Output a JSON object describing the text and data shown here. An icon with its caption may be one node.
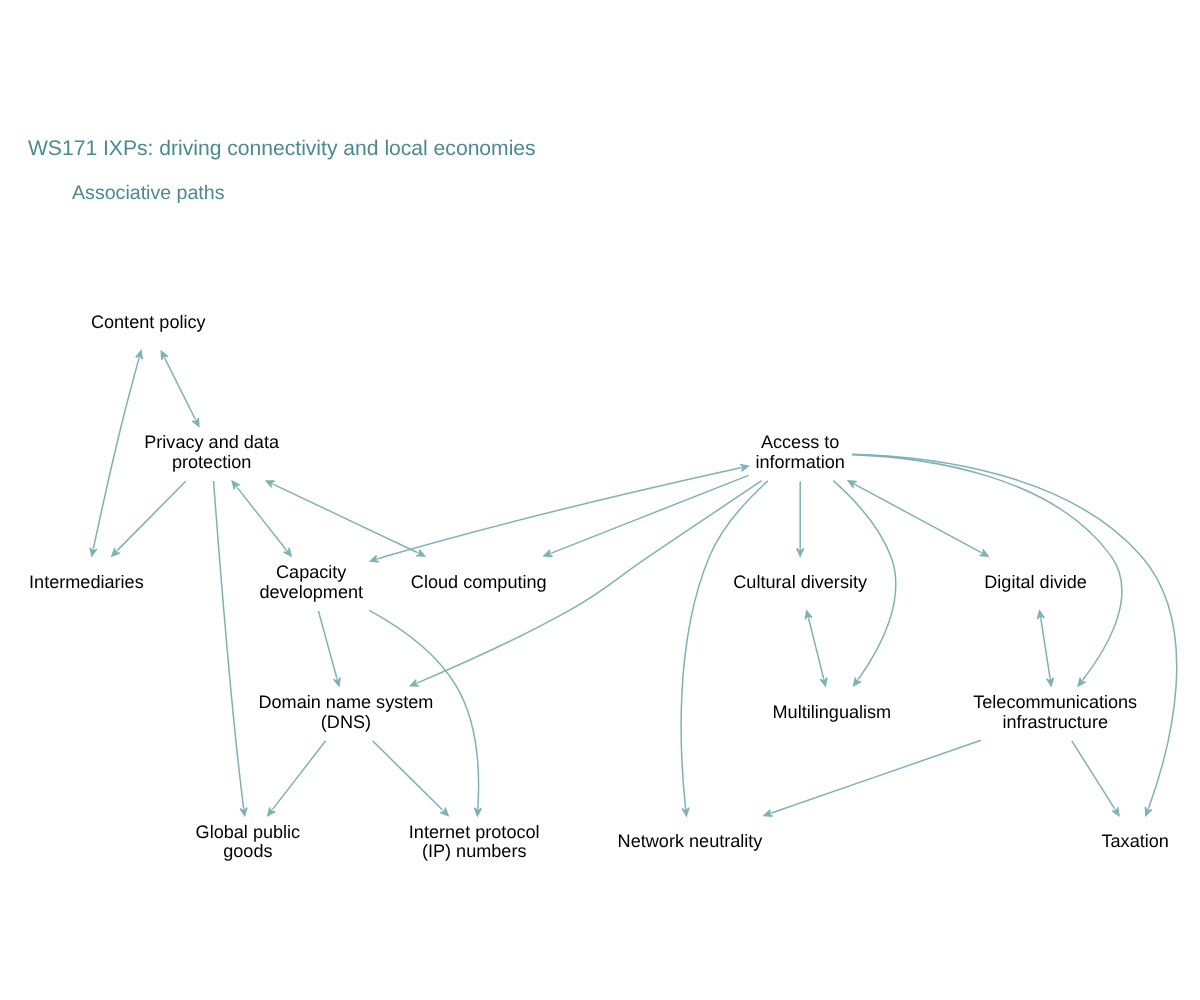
{
  "diagram": {
    "title": "WS171 IXPs: driving connectivity and local economies",
    "nodes": [
      {
        "text": [
          "Content policy"
        ]
      },
      {
        "text": [
          "Privacy and data protection"
        ]
      },
      {
        "text": [
          "Access to information"
        ]
      },
      {
        "text": [
          "Intermediaries"
        ]
      },
      {
        "text": [
          "Capacity development"
        ]
      },
      {
        "text": [
          "Cloud computing"
        ]
      },
      {
        "text": [
          "Digital divide"
        ]
      },
      {
        "text": [
          "Cultural diversity"
        ]
      },
      {
        "text": [
          "Domain name system (DNS)"
        ]
      },
      {
        "text": [
          "Telecommunications infrastructure"
        ]
      },
      {
        "text": [
          "Multilingualism"
        ]
      },
      {
        "text": [
          "Global public goods"
        ]
      },
      {
        "text": [
          "Internet protocol (IP) numbers"
        ]
      },
      {
        "text": [
          "Taxation"
        ]
      },
      {
        "text": [
          "Network neutrality"
        ]
      }
    ],
    "edges": [
      {
        "from": 0,
        "to": 1,
        "arrow": "both"
      },
      {
        "from": 0,
        "to": 3,
        "arrow": "both"
      },
      {
        "from": 1,
        "to": 3,
        "arrow": "to"
      },
      {
        "from": 1,
        "to": 4,
        "arrow": "both"
      },
      {
        "from": 1,
        "to": 5,
        "arrow": "both"
      },
      {
        "from": 1,
        "to": 11,
        "arrow": "to"
      },
      {
        "from": 2,
        "to": 4,
        "arrow": "both"
      },
      {
        "from": 2,
        "to": 5,
        "arrow": "to"
      },
      {
        "from": 2,
        "to": 6,
        "arrow": "both"
      },
      {
        "from": 2,
        "to": 7,
        "arrow": "to"
      },
      {
        "from": 2,
        "to": 8,
        "arrow": "to"
      },
      {
        "from": 2,
        "to": 9,
        "arrow": "to"
      },
      {
        "from": 2,
        "to": 10,
        "arrow": "to"
      },
      {
        "from": 2,
        "to": 13,
        "arrow": "to"
      },
      {
        "from": 2,
        "to": 14,
        "arrow": "to"
      },
      {
        "from": 4,
        "to": 8,
        "arrow": "to"
      },
      {
        "from": 4,
        "to": 12,
        "arrow": "to"
      },
      {
        "from": 6,
        "to": 9,
        "arrow": "both"
      },
      {
        "from": 7,
        "to": 10,
        "arrow": "both"
      },
      {
        "from": 8,
        "to": 11,
        "arrow": "to"
      },
      {
        "from": 8,
        "to": 12,
        "arrow": "to"
      },
      {
        "from": 9,
        "to": 13,
        "arrow": "to"
      },
      {
        "from": 9,
        "to": 14,
        "arrow": "to"
      }
    ],
    "labels": [
      "Associative paths"
    ]
  }
}
